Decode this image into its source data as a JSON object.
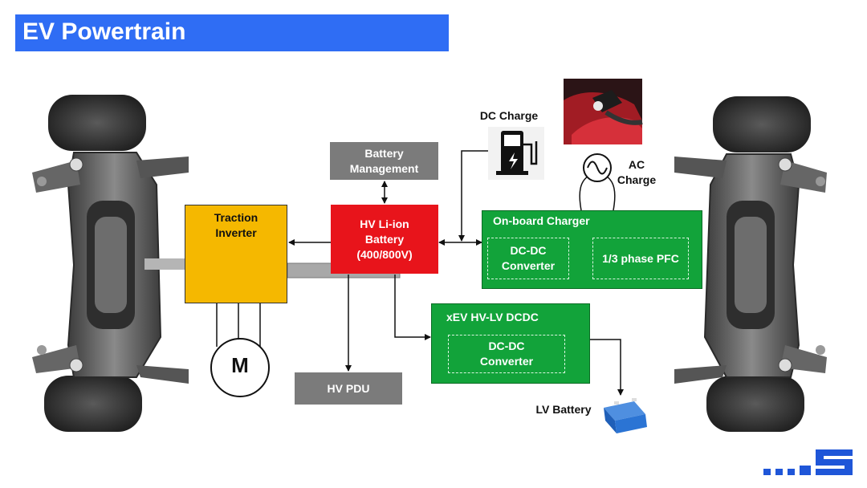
{
  "title": "EV Powertrain",
  "blocks": {
    "battery_management": "Battery\nManagement",
    "traction_inverter": "Traction\nInverter",
    "hv_battery": "HV Li-ion\nBattery\n(400/800V)",
    "hv_pdu": "HV PDU",
    "motor": "M",
    "obc_title": "On-board Charger",
    "obc_dcdc": "DC-DC\nConverter",
    "obc_pfc": "1/3 phase PFC",
    "dcdc_title": "xEV HV-LV DCDC",
    "dcdc_inner": "DC-DC\nConverter",
    "dc_charge": "DC Charge",
    "ac_charge": "AC\nCharge",
    "lv_battery": "LV Battery"
  },
  "colors": {
    "title_bar": "#2f6df4",
    "gray_block": "#7b7b7b",
    "inverter": "#f5b800",
    "battery": "#e8141b",
    "green_block": "#12a33a"
  }
}
